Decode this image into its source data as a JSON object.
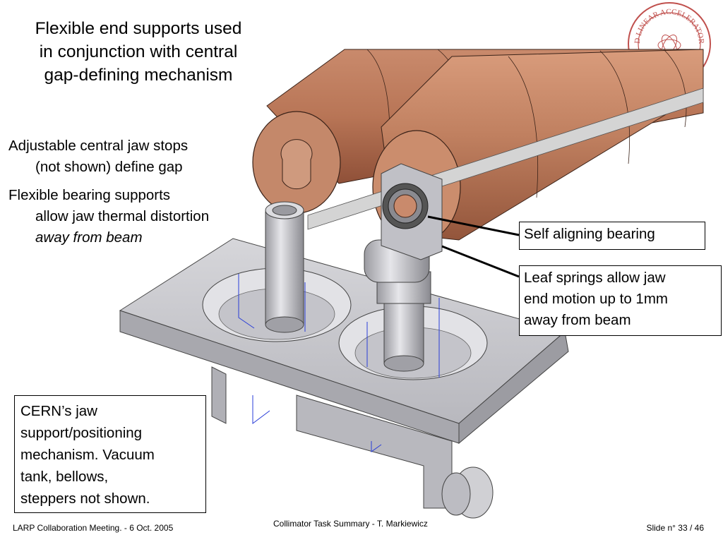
{
  "title": {
    "lines": [
      "Flexible end supports used",
      "in conjunction with central",
      "gap-defining mechanism"
    ]
  },
  "bullets": [
    {
      "first": "Adjustable central jaw stops",
      "cont": "(not shown) define gap"
    },
    {
      "first": "Flexible bearing supports",
      "cont": "allow jaw thermal distortion",
      "emphasis": "away from beam"
    }
  ],
  "callouts": {
    "bearing": "Self aligning bearing",
    "springs": [
      "Leaf springs allow jaw",
      "end motion up to 1mm",
      "away from beam"
    ],
    "cern": [
      "CERN’s jaw",
      "support/positioning",
      "mechanism.  Vacuum",
      "tank, bellows,",
      "steppers not shown."
    ]
  },
  "logo": {
    "text": "D LINEAR ACCELERATOR",
    "color": "#c0504d"
  },
  "footer": {
    "left": "LARP Collaboration Meeting.  -  6 Oct. 2005",
    "center": "Collimator Task Summary  -  T. Markiewicz",
    "right": "Slide n° 33 / 46"
  },
  "colors": {
    "copper": "#b06a4a",
    "copper_light": "#cf8f70",
    "steel": "#c8c8cc",
    "steel_dark": "#8e8e94"
  }
}
